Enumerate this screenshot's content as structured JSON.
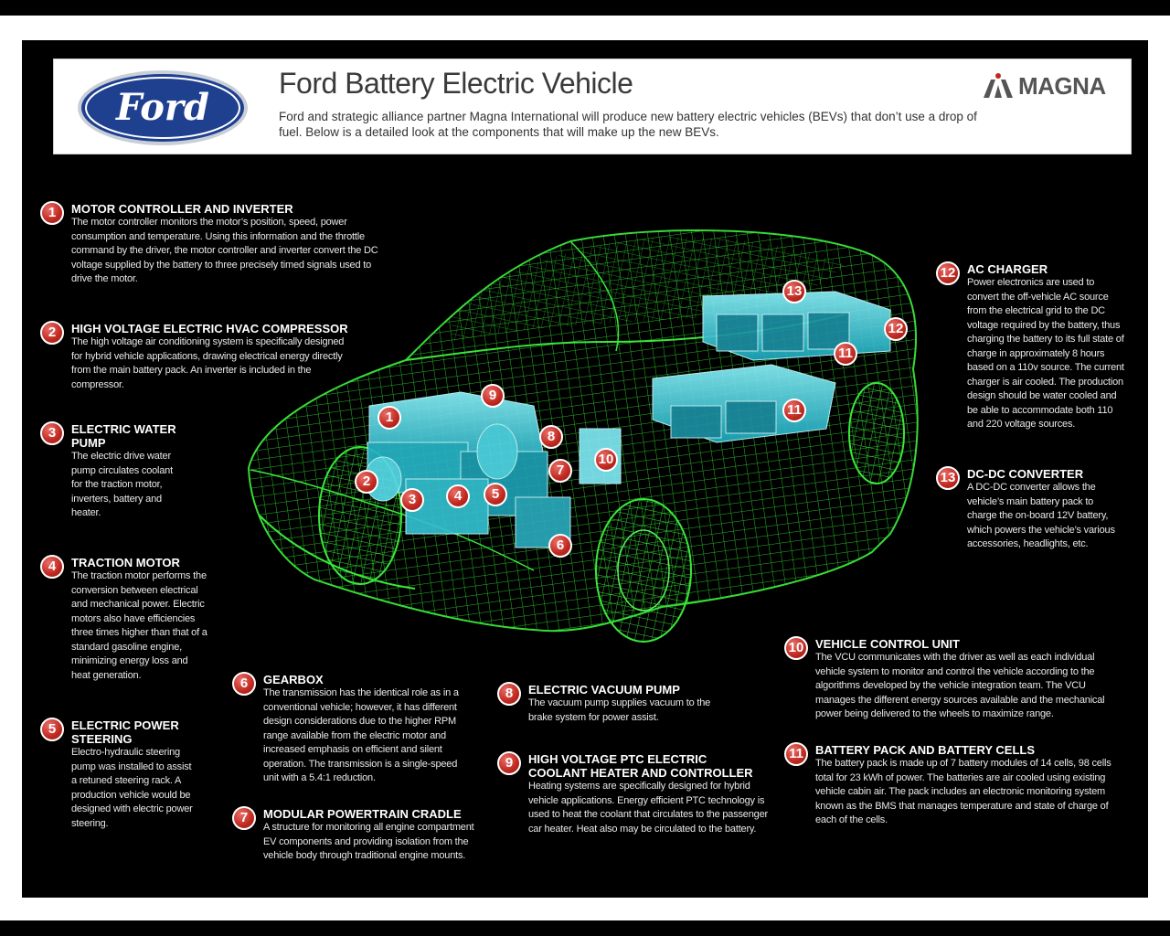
{
  "header": {
    "title": "Ford Battery Electric Vehicle",
    "subtitle": "Ford and strategic alliance partner Magna International will produce new battery electric vehicles (BEVs) that don’t use a drop of fuel.  Below is a detailed look at the components that will make up the new BEVs.",
    "ford_logo_text": "Ford",
    "magna_logo_text": "MAGNA"
  },
  "components": [
    {
      "num": "1",
      "title": "MOTOR CONTROLLER AND INVERTER",
      "text": "The motor controller monitors the motor’s position, speed, power consumption and temperature. Using this information and the throttle command by the driver, the motor controller and inverter convert the DC voltage supplied by the battery to three precisely timed signals used to drive the motor."
    },
    {
      "num": "2",
      "title": "HIGH VOLTAGE ELECTRIC HVAC COMPRESSOR",
      "text": "The high voltage air conditioning system is specifically designed for hybrid vehicle applications, drawing electrical energy directly from the main battery pack. An inverter is included in the compressor."
    },
    {
      "num": "3",
      "title": "ELECTRIC WATER PUMP",
      "text": "The electric drive water pump circulates coolant for the traction motor, inverters, battery and heater."
    },
    {
      "num": "4",
      "title": "TRACTION MOTOR",
      "text": "The traction motor performs the conversion between electrical and mechanical power. Electric motors also have efficiencies three times higher than that of a standard gasoline engine, minimizing energy loss and heat generation."
    },
    {
      "num": "5",
      "title": "ELECTRIC POWER STEERING",
      "text": "Electro-hydraulic steering pump was installed to assist a retuned steering rack. A production vehicle would be designed with electric power steering."
    },
    {
      "num": "6",
      "title": "GEARBOX",
      "text": "The transmission has the identical role as in a conventional vehicle; however, it has different design considerations due to the higher RPM range available from the electric motor and increased emphasis on efficient and silent operation. The transmission is a single-speed unit with a 5.4:1 reduction."
    },
    {
      "num": "7",
      "title": "MODULAR POWERTRAIN CRADLE",
      "text": "A structure for monitoring all engine compartment EV components and providing isolation from the vehicle body through traditional engine mounts."
    },
    {
      "num": "8",
      "title": "ELECTRIC VACUUM PUMP",
      "text": "The vacuum pump supplies vacuum to the brake system for power assist."
    },
    {
      "num": "9",
      "title": "HIGH VOLTAGE PTC ELECTRIC COOLANT HEATER AND CONTROLLER",
      "text": "Heating systems are specifically designed for hybrid vehicle applications. Energy efficient PTC technology is used to heat the coolant that circulates to the passenger car heater. Heat also may be circulated to the battery."
    },
    {
      "num": "10",
      "title": "VEHICLE CONTROL UNIT",
      "text": "The VCU communicates with the driver as well as each individual vehicle system to monitor and control the vehicle according to the algorithms developed by the vehicle integration team. The VCU manages the different energy sources available and the mechanical power being delivered to the wheels to maximize range."
    },
    {
      "num": "11",
      "title": "BATTERY PACK AND BATTERY CELLS",
      "text": "The battery pack is made up of 7 battery modules of 14 cells, 98 cells total for 23 kWh of power. The batteries are air cooled using existing vehicle cabin air. The pack includes an electronic monitoring system known as the BMS that manages temperature and state of charge of each of the cells."
    },
    {
      "num": "12",
      "title": "AC CHARGER",
      "text": "Power electronics are used to convert the off-vehicle AC source from the electrical grid to the DC voltage required by the battery, thus charging the battery to its full state of charge in approximately 8 hours based on a 110v source. The current charger is air cooled. The production design should be water cooled and be able to accommodate both 110 and 220 voltage sources."
    },
    {
      "num": "13",
      "title": "DC-DC CONVERTER",
      "text": "A DC-DC converter allows the vehicle’s main battery pack to charge the on-board 12V battery, which powers the vehicle’s various accessories, headlights, etc."
    }
  ],
  "callouts": [
    "13",
    "12",
    "11",
    "11",
    "9",
    "1",
    "8",
    "10",
    "7",
    "2",
    "3",
    "4",
    "5",
    "6"
  ],
  "colors": {
    "wireframe": "#2ecc2e",
    "component": "#3fd0e0",
    "badge": "#c0281f",
    "ford_blue": "#1f3f8f"
  }
}
